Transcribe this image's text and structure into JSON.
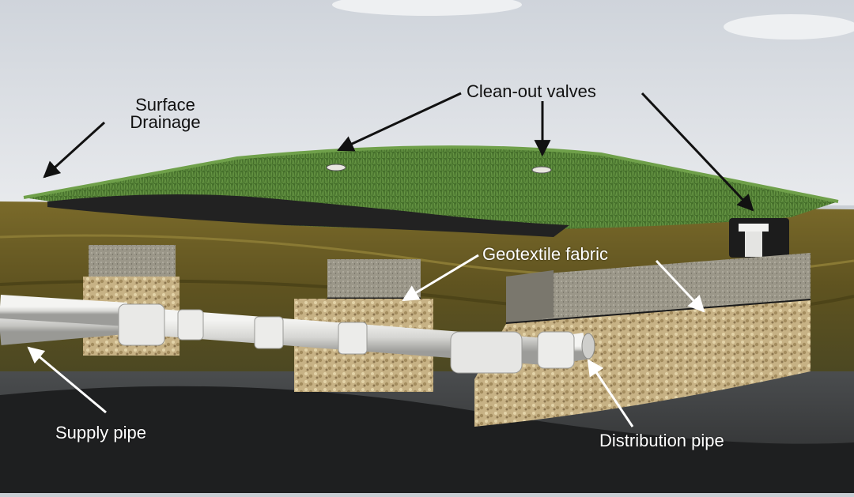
{
  "labels": {
    "surface_drainage_line1": "Surface",
    "surface_drainage_line2": "Drainage",
    "clean_out_valves": "Clean-out valves",
    "geotextile_fabric": "Geotextile fabric",
    "supply_pipe": "Supply pipe",
    "distribution_pipe": "Distribution pipe"
  },
  "colors": {
    "sky": "#d9dde2",
    "turf": "#4a7a2e",
    "soil": "#6b5a22",
    "gravel": "#c9b48a",
    "sand": "#8d8a80",
    "pipe": "#e3e3e1",
    "base": "#3d3f40"
  }
}
